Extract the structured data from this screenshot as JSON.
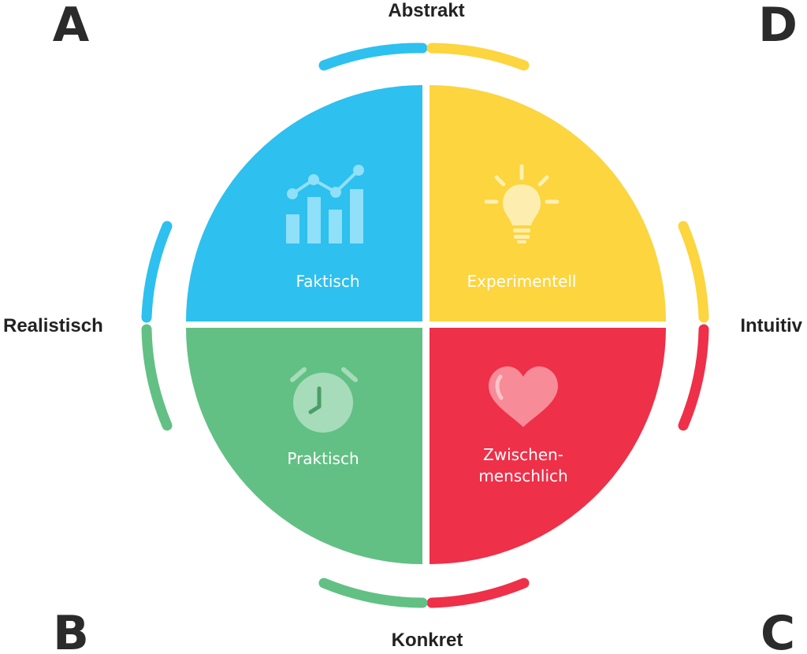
{
  "corners": {
    "top_left": "A",
    "bottom_left": "B",
    "bottom_right": "C",
    "top_right": "D"
  },
  "axes": {
    "top": "Abstrakt",
    "bottom": "Konkret",
    "left": "Realistisch",
    "right": "Intuitiv"
  },
  "quadrants": [
    {
      "id": "A",
      "label_lines": [
        "Faktisch"
      ],
      "color": "#2ec0ee",
      "icon": "bar-line-chart-icon"
    },
    {
      "id": "D",
      "label_lines": [
        "Experimentell"
      ],
      "color": "#fcd53f",
      "icon": "light-bulb-icon"
    },
    {
      "id": "B",
      "label_lines": [
        "Praktisch"
      ],
      "color": "#62c084",
      "icon": "alarm-clock-icon"
    },
    {
      "id": "C",
      "label_lines": [
        "Zwischen-",
        "menschlich"
      ],
      "color": "#ee3049",
      "icon": "heart-icon"
    }
  ]
}
